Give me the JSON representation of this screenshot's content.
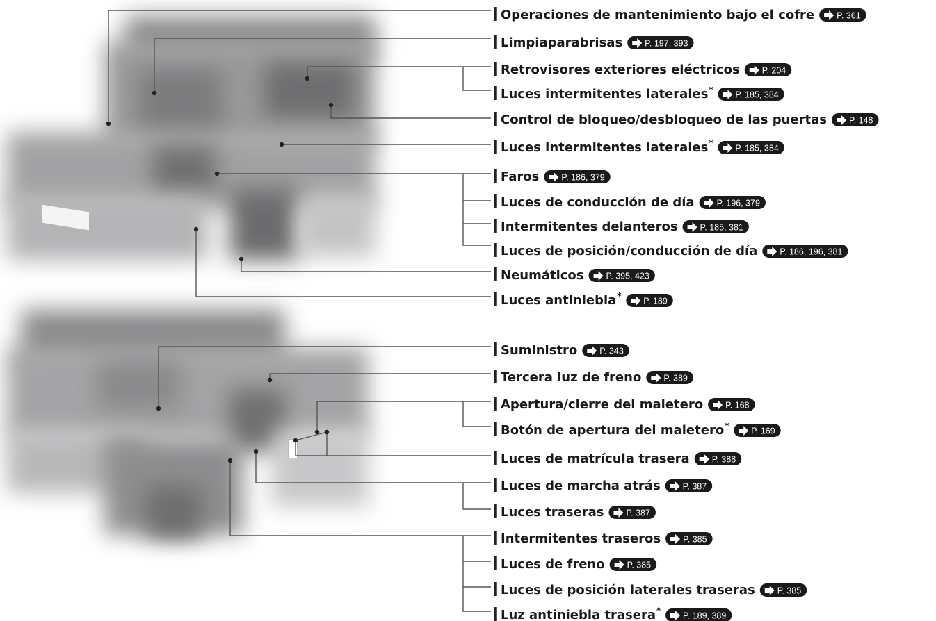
{
  "front_view": {
    "callouts": [
      {
        "label": "Operaciones de mantenimiento bajo el cofre",
        "star": false,
        "ref": "P. 361"
      },
      {
        "label": "Limpiaparabrisas",
        "star": false,
        "ref": "P. 197, 393"
      },
      {
        "label": "Retrovisores exteriores eléctricos",
        "star": false,
        "ref": "P. 204"
      },
      {
        "label": "Luces intermitentes laterales",
        "star": true,
        "ref": "P. 185, 384"
      },
      {
        "label": "Control de bloqueo/desbloqueo de las puertas",
        "star": false,
        "ref": "P. 148"
      },
      {
        "label": "Luces intermitentes laterales",
        "star": true,
        "ref": "P. 185, 384"
      },
      {
        "label": "Faros",
        "star": false,
        "ref": "P. 186, 379"
      },
      {
        "label": "Luces de conducción de día",
        "star": false,
        "ref": "P. 196, 379"
      },
      {
        "label": "Intermitentes delanteros",
        "star": false,
        "ref": "P. 185, 381"
      },
      {
        "label": "Luces de posición/conducción de día",
        "star": false,
        "ref": "P. 186, 196, 381"
      },
      {
        "label": "Neumáticos",
        "star": false,
        "ref": "P. 395, 423"
      },
      {
        "label": "Luces antiniebla",
        "star": true,
        "ref": "P. 189"
      }
    ]
  },
  "rear_view": {
    "callouts": [
      {
        "label": "Suministro",
        "star": false,
        "ref": "P. 343"
      },
      {
        "label": "Tercera luz de freno",
        "star": false,
        "ref": "P. 389"
      },
      {
        "label": "Apertura/cierre del maletero",
        "star": false,
        "ref": "P. 168"
      },
      {
        "label": "Botón de apertura del maletero",
        "star": true,
        "ref": "P. 169"
      },
      {
        "label": "Luces de matrícula trasera",
        "star": false,
        "ref": "P. 388"
      },
      {
        "label": "Luces de marcha atrás",
        "star": false,
        "ref": "P. 387"
      },
      {
        "label": "Luces traseras",
        "star": false,
        "ref": "P. 387"
      },
      {
        "label": "Intermitentes traseros",
        "star": false,
        "ref": "P. 385"
      },
      {
        "label": "Luces de freno",
        "star": false,
        "ref": "P. 385"
      },
      {
        "label": "Luces de posición laterales traseras",
        "star": false,
        "ref": "P. 385"
      },
      {
        "label": "Luz antiniebla trasera",
        "star": true,
        "ref": "P. 189, 389"
      }
    ]
  },
  "star_symbol": "*",
  "colors": {
    "pill": "#1a1a1a",
    "leader": "#555555",
    "text": "#1a1a1a"
  }
}
